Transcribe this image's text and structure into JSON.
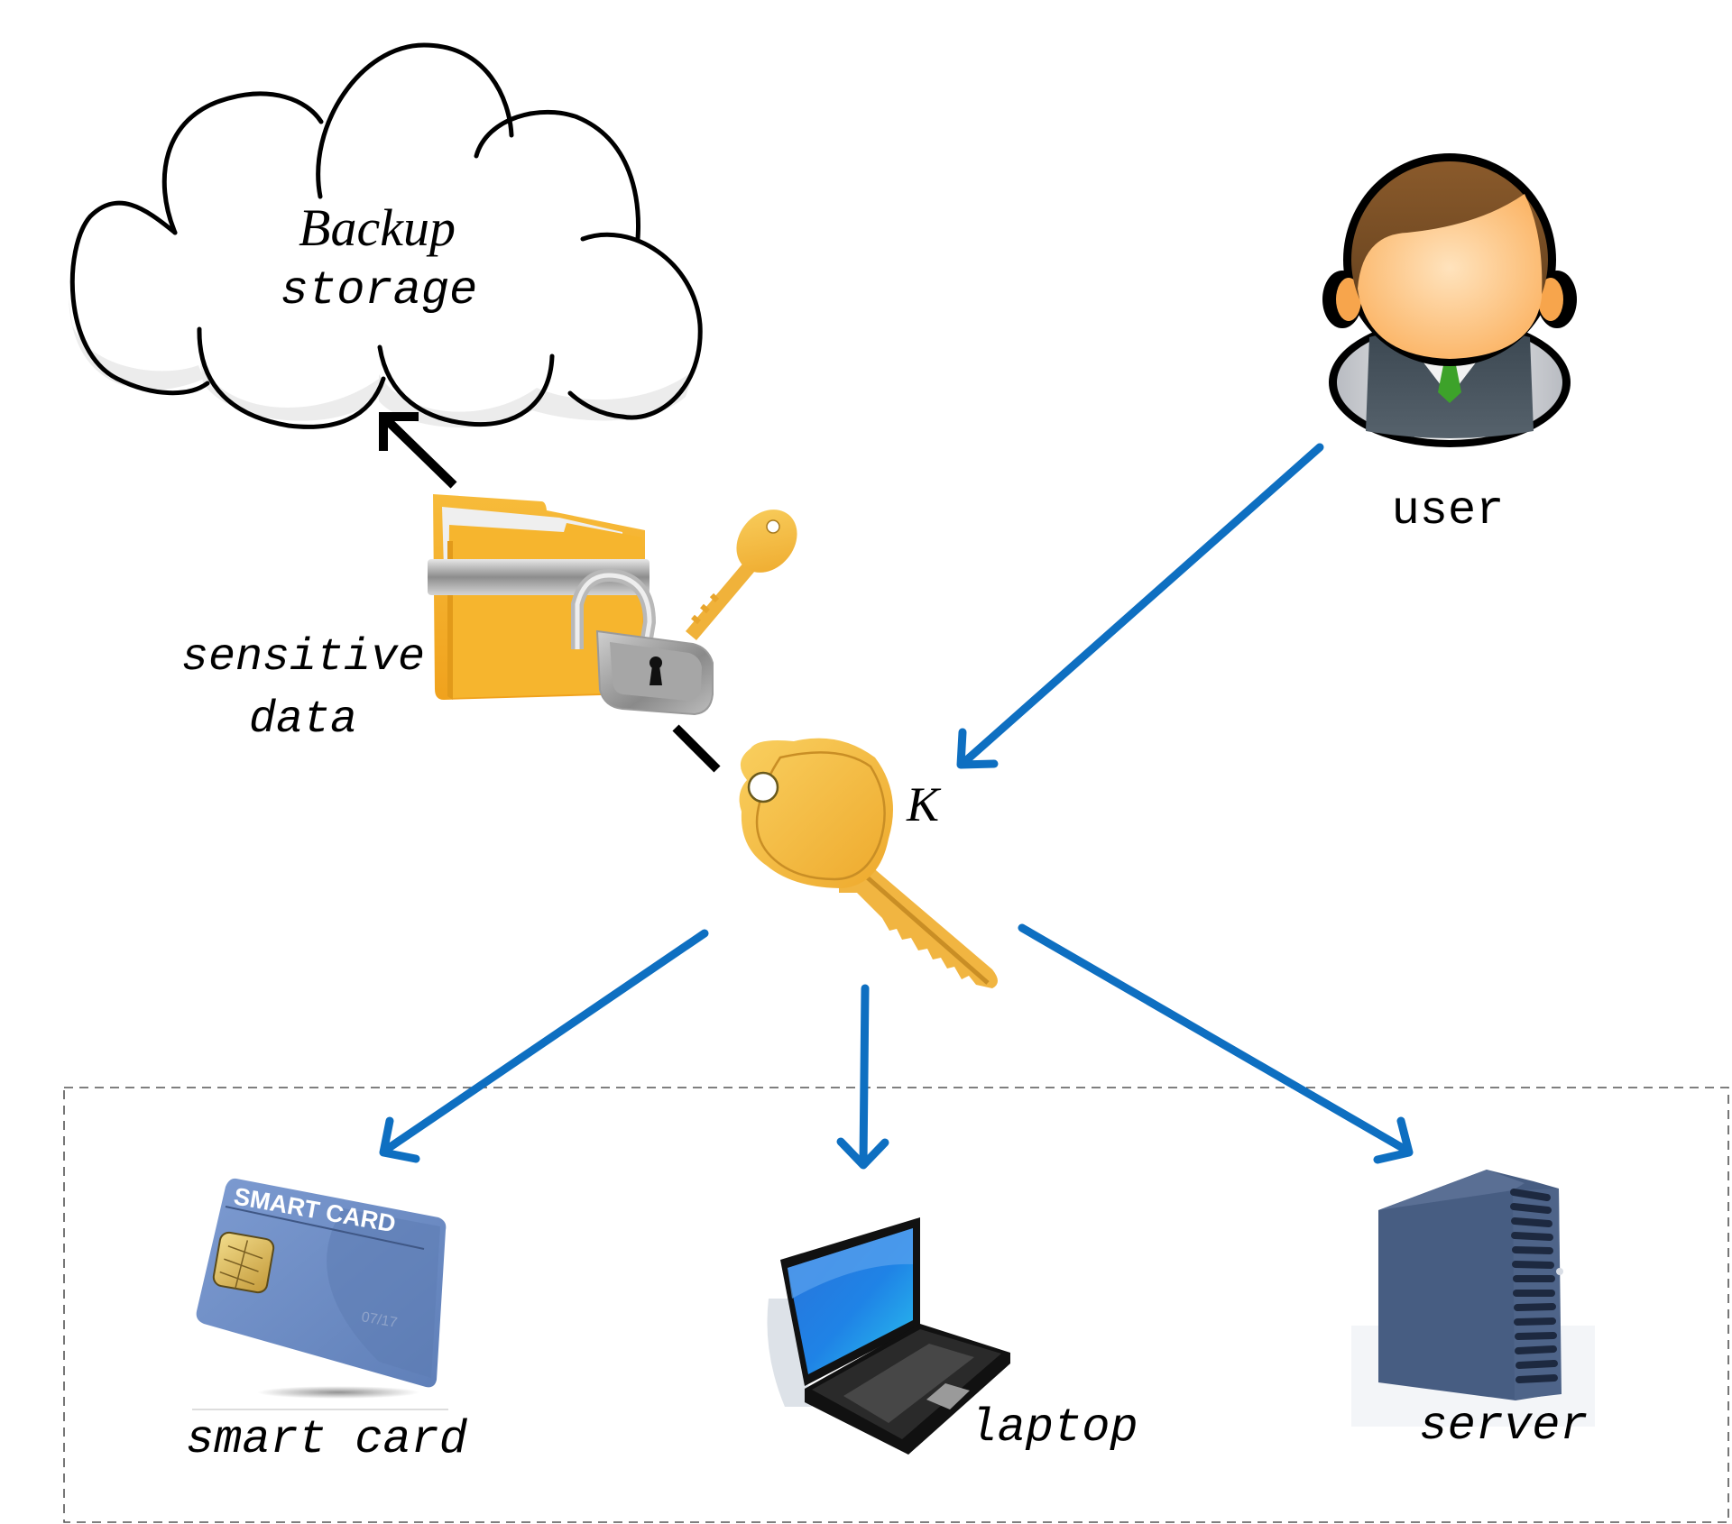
{
  "diagram": {
    "title": "Key K distribution and sensitive data backup",
    "colors": {
      "distribution_arrow": "#0e6fc1",
      "backup_arrow": "#000000",
      "key_gold": "#f2b33d",
      "folder_orange": "#f5b02a",
      "server_blue": "#475d82",
      "card_blue": "#6e8ec6",
      "dashed_border": "#555555"
    },
    "nodes": {
      "cloud": {
        "line1": "Backup",
        "line2": "storage",
        "icon": "cloud-icon"
      },
      "sensitive_data": {
        "line1": "sensitive",
        "line2": "data",
        "icon": "locked-folder-icon"
      },
      "key": {
        "label": "K",
        "icon": "key-icon"
      },
      "user": {
        "label": "user",
        "icon": "user-avatar-icon"
      },
      "smart_card": {
        "label": "smart card",
        "icon": "smart-card-icon",
        "card_title": "SMART CARD",
        "card_date": "07/17"
      },
      "laptop": {
        "label": "laptop",
        "icon": "laptop-icon"
      },
      "server": {
        "label": "server",
        "icon": "server-icon"
      }
    },
    "edges": [
      {
        "from": "user",
        "to": "key",
        "style": "blue-arrow"
      },
      {
        "from": "key",
        "to": "smart_card",
        "style": "blue-arrow"
      },
      {
        "from": "key",
        "to": "laptop",
        "style": "blue-arrow"
      },
      {
        "from": "key",
        "to": "server",
        "style": "blue-arrow"
      },
      {
        "from": "key",
        "to": "sensitive_data",
        "style": "black-line"
      },
      {
        "from": "sensitive_data",
        "to": "cloud",
        "style": "black-arrow"
      }
    ],
    "group": {
      "members": [
        "smart_card",
        "laptop",
        "server"
      ],
      "border": "dashed"
    }
  }
}
